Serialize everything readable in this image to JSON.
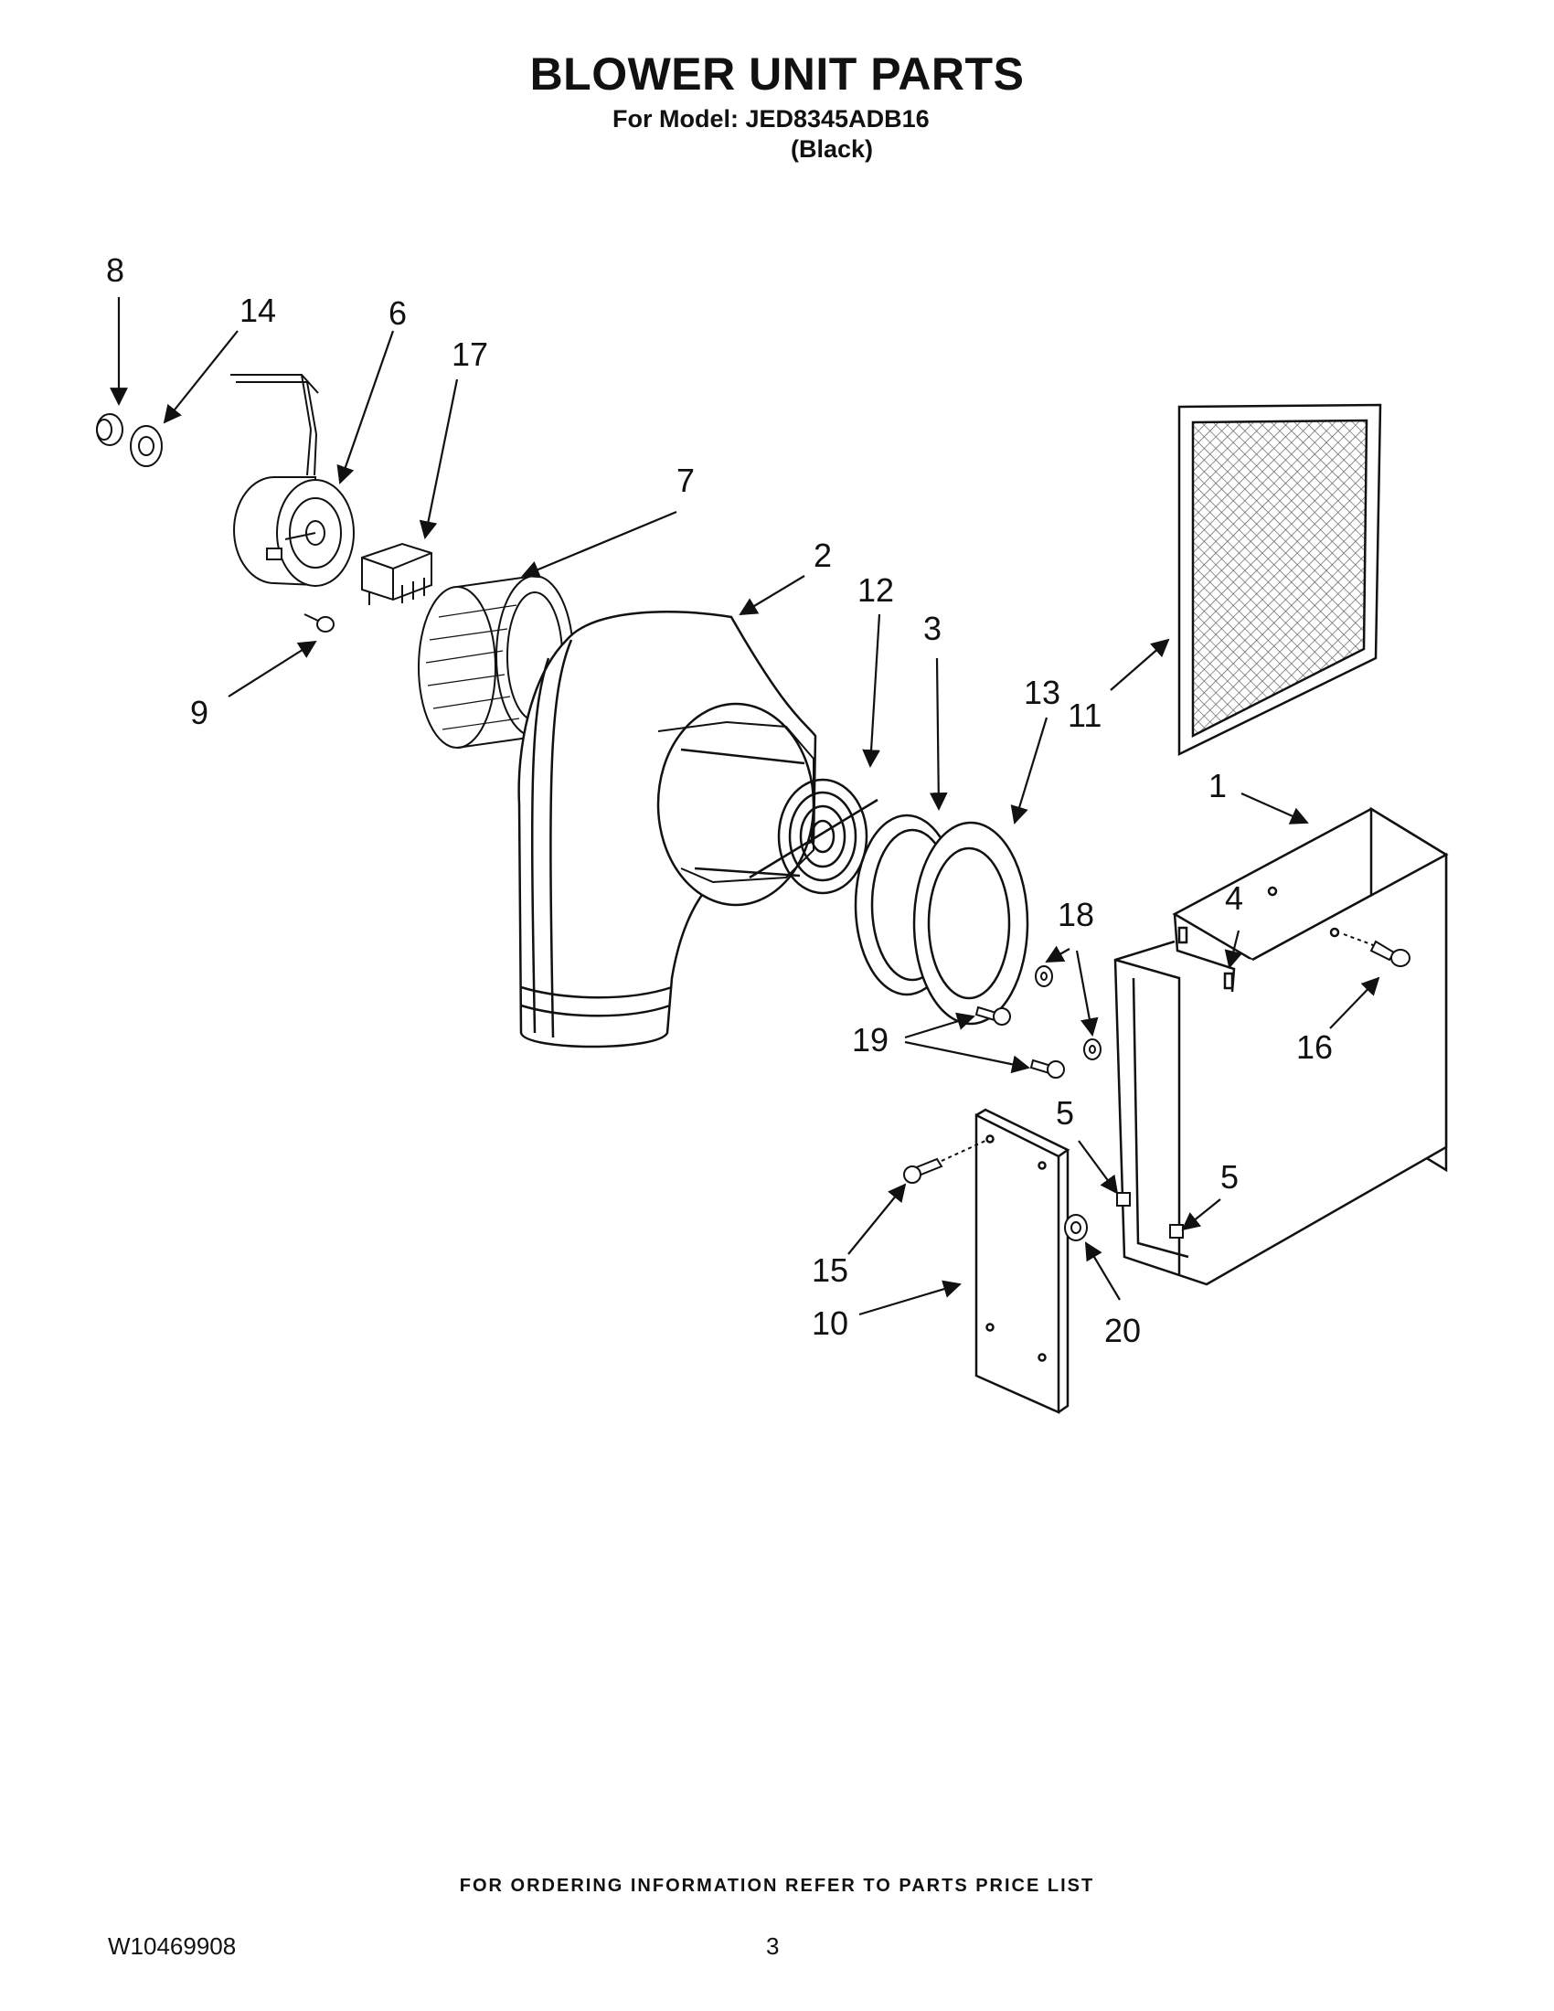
{
  "header": {
    "title": "BLOWER UNIT PARTS",
    "model_line": "For Model: JED8345ADB16",
    "variant": "(Black)"
  },
  "callouts": [
    "1",
    "2",
    "3",
    "4",
    "5",
    "5",
    "6",
    "7",
    "8",
    "9",
    "10",
    "11",
    "12",
    "13",
    "14",
    "15",
    "16",
    "17",
    "18",
    "19",
    "20"
  ],
  "footer": {
    "ordering_note": "FOR ORDERING INFORMATION REFER TO PARTS PRICE LIST",
    "doc_number": "W10469908",
    "page_number": "3"
  }
}
